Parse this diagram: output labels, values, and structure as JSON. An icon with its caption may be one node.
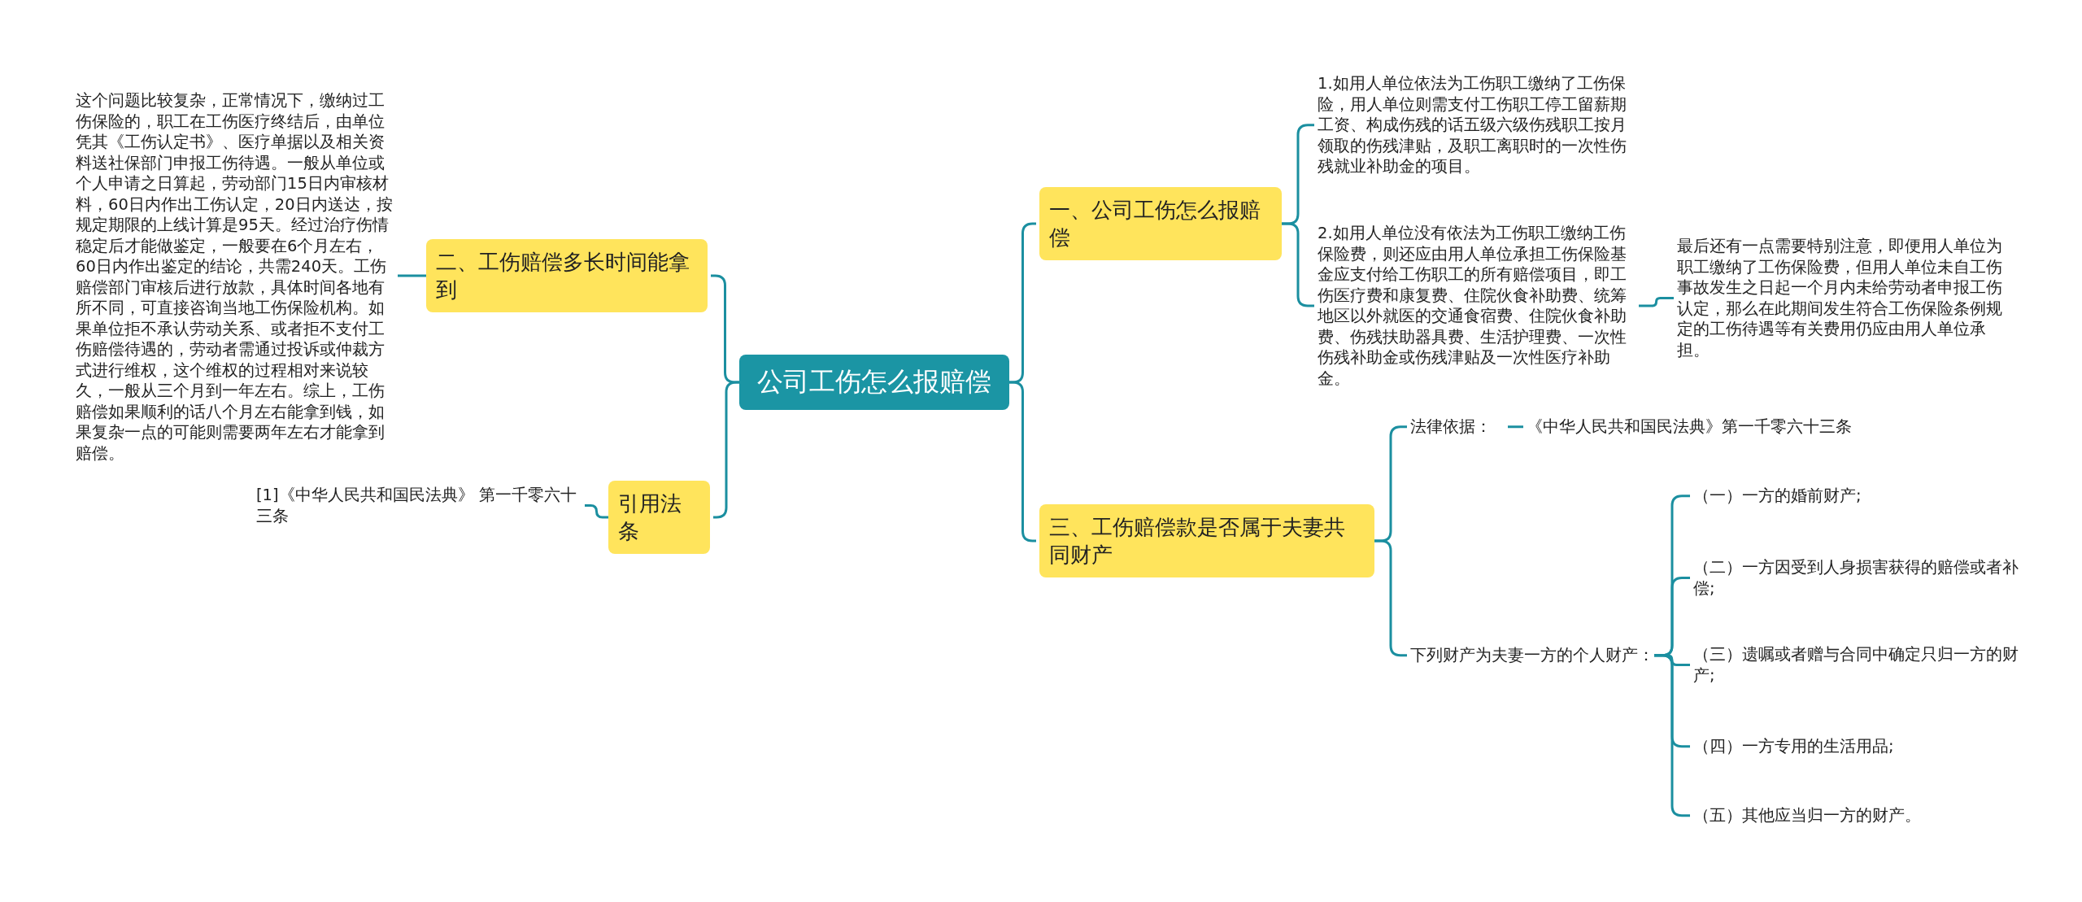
{
  "diagram": {
    "nodes": [
      {
        "text": [
          "公司工伤怎么报赔偿"
        ]
      },
      {
        "text": [
          "一、公司工伤怎么报赔偿"
        ]
      },
      {
        "text": [
          "1.如用人单位依法为工伤职工缴纳了工伤保险，用人单位则需支付工伤职工停工留薪期工资、构成伤残的话五级六级伤残职工按月领取的伤残津贴，及职工离职时的一次性伤残就业补助金的项目。"
        ]
      },
      {
        "text": [
          "2.如用人单位没有依法为工伤职工缴纳工伤保险费，则还应由用人单位承担工伤保险基金应支付给工伤职工的所有赔偿项目，即工伤医疗费和康复费、住院伙食补助费、统筹地区以外就医的交通食宿费、住院伙食补助费、伤残扶助器具费、生活护理费、一次性伤残补助金或伤残津贴及一次性医疗补助金。"
        ]
      },
      {
        "text": [
          "最后还有一点需要特别注意，即便用人单位为职工缴纳了工伤保险费，但用人单位未自工伤事故发生之日起一个月内未给劳动者申报工伤认定，那么在此期间发生符合工伤保险条例规定的工伤待遇等有关费用仍应由用人单位承担。"
        ]
      },
      {
        "text": [
          "三、工伤赔偿款是否属于夫妻共同财产"
        ]
      },
      {
        "text": [
          "法律依据："
        ]
      },
      {
        "text": [
          "《中华人民共和国民法典》第一千零六十三条"
        ]
      },
      {
        "text": [
          "下列财产为夫妻一方的个人财产："
        ]
      },
      {
        "text": [
          "（一）一方的婚前财产;"
        ]
      },
      {
        "text": [
          "（二）一方因受到人身损害获得的赔偿或者补偿;"
        ]
      },
      {
        "text": [
          "（三）遗嘱或者赠与合同中确定只归一方的财产;"
        ]
      },
      {
        "text": [
          "（四）一方专用的生活用品;"
        ]
      },
      {
        "text": [
          "（五）其他应当归一方的财产。"
        ]
      },
      {
        "text": [
          "二、工伤赔偿多长时间能拿到"
        ]
      },
      {
        "text": [
          "这个问题比较复杂，正常情况下，缴纳过工伤保险的，职工在工伤医疗终结后，由单位凭其《工伤认定书》、医疗单据以及相关资料送社保部门申报工伤待遇。一般从单位或个人申请之日算起，劳动部门15日内审核材料，60日内作出工伤认定，20日内送达，按规定期限的上线计算是95天。经过治疗伤情稳定后才能做鉴定，一般要在6个月左右，60日内作出鉴定的结论，共需240天。工伤赔偿部门审核后进行放款，具体时间各地有所不同，可直接咨询当地工伤保险机构。如果单位拒不承认劳动关系、或者拒不支付工伤赔偿待遇的，劳动者需通过投诉或仲裁方式进行维权，这个维权的过程相对来说较久，一般从三个月到一年左右。综上，工伤赔偿如果顺利的话八个月左右能拿到钱，如果复杂一点的可能则需要两年左右才能拿到赔偿。"
        ]
      },
      {
        "text": [
          "引用法条"
        ]
      },
      {
        "text": [
          "[1]《中华人民共和国民法典》 第一千零六十三条"
        ]
      }
    ],
    "edges": [
      {
        "from": 0,
        "to": 1,
        "arrow": "none"
      },
      {
        "from": 1,
        "to": 2,
        "arrow": "none"
      },
      {
        "from": 1,
        "to": 3,
        "arrow": "none"
      },
      {
        "from": 3,
        "to": 4,
        "arrow": "none"
      },
      {
        "from": 0,
        "to": 5,
        "arrow": "none"
      },
      {
        "from": 5,
        "to": 6,
        "arrow": "none"
      },
      {
        "from": 6,
        "to": 7,
        "arrow": "none"
      },
      {
        "from": 5,
        "to": 8,
        "arrow": "none"
      },
      {
        "from": 8,
        "to": 9,
        "arrow": "none"
      },
      {
        "from": 8,
        "to": 10,
        "arrow": "none"
      },
      {
        "from": 8,
        "to": 11,
        "arrow": "none"
      },
      {
        "from": 8,
        "to": 12,
        "arrow": "none"
      },
      {
        "from": 8,
        "to": 13,
        "arrow": "none"
      },
      {
        "from": 0,
        "to": 14,
        "arrow": "none"
      },
      {
        "from": 14,
        "to": 15,
        "arrow": "none"
      },
      {
        "from": 0,
        "to": 16,
        "arrow": "none"
      },
      {
        "from": 16,
        "to": 17,
        "arrow": "none"
      }
    ]
  }
}
